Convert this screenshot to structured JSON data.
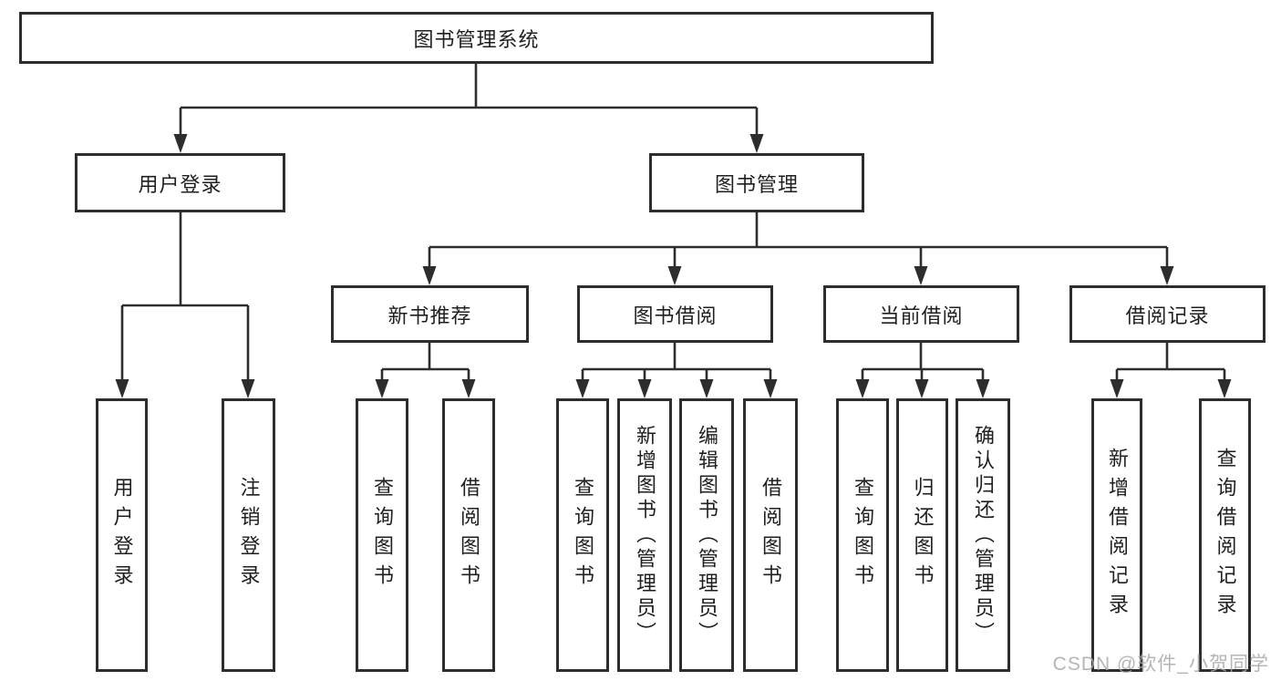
{
  "tree": {
    "root": {
      "label": "图书管理系统"
    },
    "branches": [
      {
        "label": "用户登录",
        "children": [
          {
            "label": "用户登录"
          },
          {
            "label": "注销登录"
          }
        ]
      },
      {
        "label": "图书管理",
        "children": [
          {
            "label": "新书推荐",
            "children": [
              {
                "label": "查询图书"
              },
              {
                "label": "借阅图书"
              }
            ]
          },
          {
            "label": "图书借阅",
            "children": [
              {
                "label": "查询图书"
              },
              {
                "label": "新增图书（管理员）"
              },
              {
                "label": "编辑图书（管理员）"
              },
              {
                "label": "借阅图书"
              }
            ]
          },
          {
            "label": "当前借阅",
            "children": [
              {
                "label": "查询图书"
              },
              {
                "label": "归还图书"
              },
              {
                "label": "确认归还（管理员）"
              }
            ]
          },
          {
            "label": "借阅记录",
            "children": [
              {
                "label": "新增借阅记录"
              },
              {
                "label": "查询借阅记录"
              }
            ]
          }
        ]
      }
    ]
  },
  "watermark": "CSDN @软件_小贺同学",
  "colors": {
    "line": "#2d2d2d",
    "text": "#1f1f1f",
    "background": "#ffffff",
    "watermark": "#a8a8a8"
  }
}
